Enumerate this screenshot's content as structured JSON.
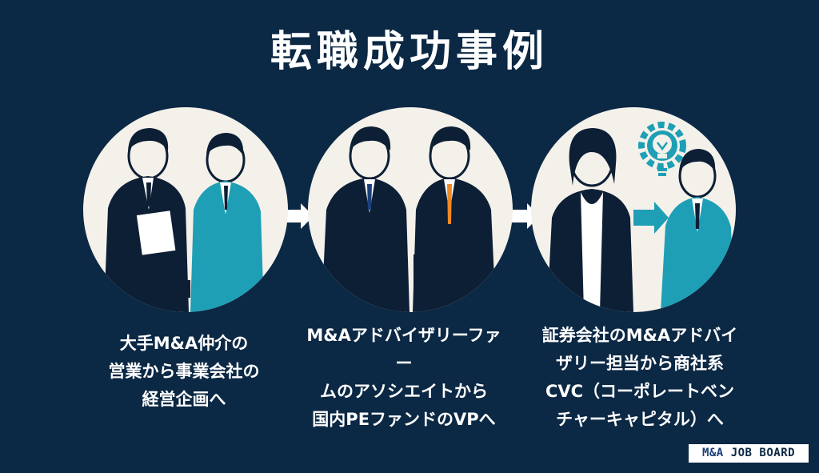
{
  "title": "転職成功事例",
  "cases": [
    {
      "caption": "大手M&A仲介の\n営業から事業会社の\n経営企画へ"
    },
    {
      "caption": "M&Aアドバイザリーファー\nムのアソシエイトから\n国内PEファンドのVPへ"
    },
    {
      "caption": "証券会社のM&Aアドバイ\nザリー担当から商社系\nCVC（コーポレートベン\nチャーキャピタル）へ"
    }
  ],
  "badge": {
    "brand": "M&A",
    "label": "JOB BOARD"
  },
  "icons": [
    "arrow-right-icon",
    "lightbulb-gear-icon"
  ],
  "colors": {
    "background": "#0b2844",
    "circle": "#f4f1ea",
    "teal": "#1e9fb5",
    "navy": "#0d1f35",
    "accent": "#f08a24"
  }
}
